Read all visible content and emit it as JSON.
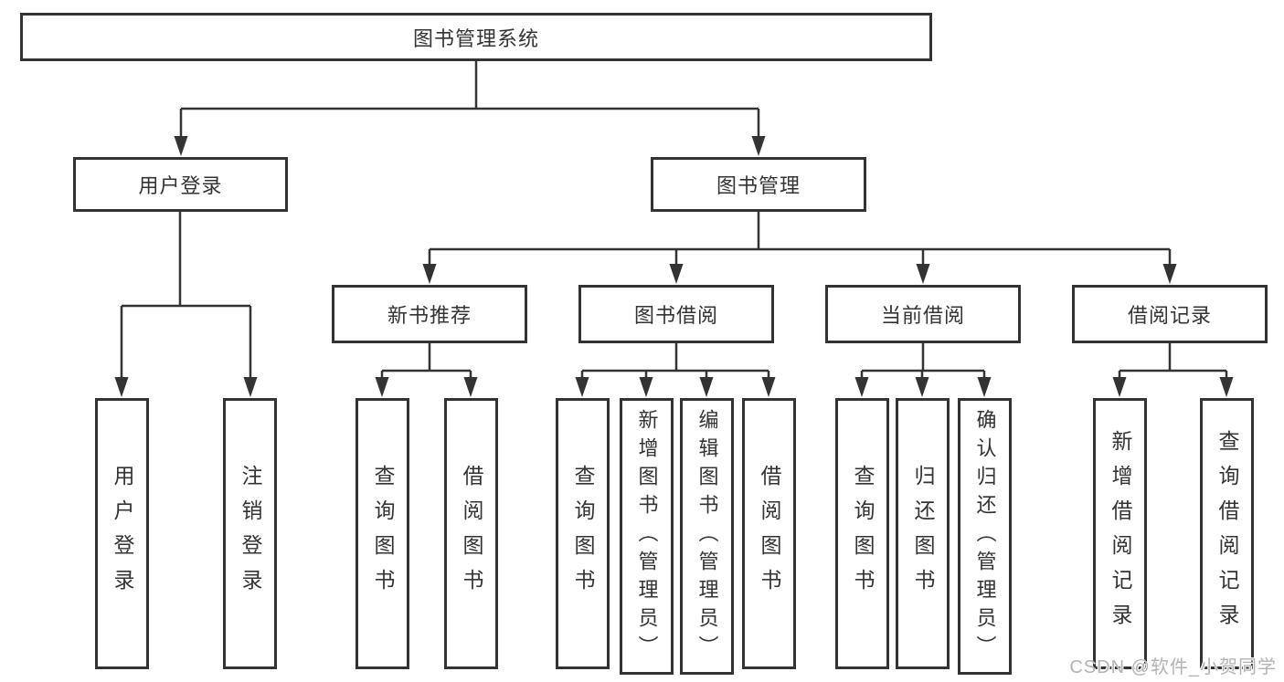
{
  "tree": {
    "root": {
      "label": "图书管理系统"
    },
    "level2": [
      {
        "label": "用户登录"
      },
      {
        "label": "图书管理"
      }
    ],
    "level3": [
      {
        "label": "新书推荐"
      },
      {
        "label": "图书借阅"
      },
      {
        "label": "当前借阅"
      },
      {
        "label": "借阅记录"
      }
    ],
    "leaves": {
      "user_login": [
        {
          "label": "用户登录"
        },
        {
          "label": "注销登录"
        }
      ],
      "new_book_recommend": [
        {
          "label": "查询图书"
        },
        {
          "label": "借阅图书"
        }
      ],
      "book_borrow": [
        {
          "label": "查询图书"
        },
        {
          "label": "新增图书（管理员）"
        },
        {
          "label": "编辑图书（管理员）"
        },
        {
          "label": "借阅图书"
        }
      ],
      "current_borrow": [
        {
          "label": "查询图书"
        },
        {
          "label": "归还图书"
        },
        {
          "label": "确认归还（管理员）"
        }
      ],
      "borrow_record": [
        {
          "label": "新增借阅记录"
        },
        {
          "label": "查询借阅记录"
        }
      ]
    }
  },
  "watermark": {
    "text": "CSDN @软件_小贺同学"
  },
  "colors": {
    "line": "#333333",
    "box_border": "#333333",
    "text": "#333333",
    "watermark": "#b3b3b3",
    "background": "#ffffff"
  }
}
